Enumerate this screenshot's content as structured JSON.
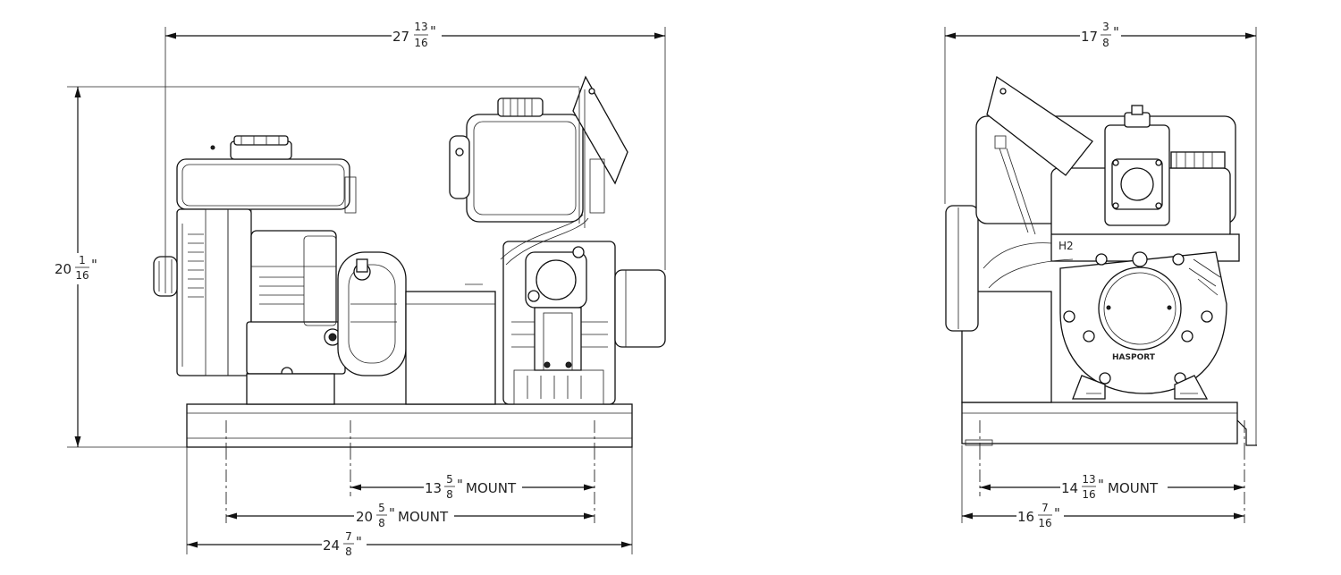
{
  "drawing": {
    "brand_mark": "HASPORT",
    "label_h2": "H2",
    "front_view": {
      "overall_width": {
        "whole": "27",
        "num": "13",
        "den": "16",
        "unit": "\""
      },
      "overall_height": {
        "whole": "20",
        "num": "1",
        "den": "16",
        "unit": "\""
      },
      "mount_inner": {
        "whole": "13",
        "num": "5",
        "den": "8",
        "unit": "\"",
        "suffix": "MOUNT"
      },
      "mount_outer": {
        "whole": "20",
        "num": "5",
        "den": "8",
        "unit": "\"",
        "suffix": "MOUNT"
      },
      "base_length": {
        "whole": "24",
        "num": "7",
        "den": "8",
        "unit": "\""
      }
    },
    "side_view": {
      "overall_width": {
        "whole": "17",
        "num": "3",
        "den": "8",
        "unit": "\""
      },
      "mount": {
        "whole": "14",
        "num": "13",
        "den": "16",
        "unit": "\"",
        "suffix": "MOUNT"
      },
      "base_width": {
        "whole": "16",
        "num": "7",
        "den": "16",
        "unit": "\""
      }
    }
  }
}
